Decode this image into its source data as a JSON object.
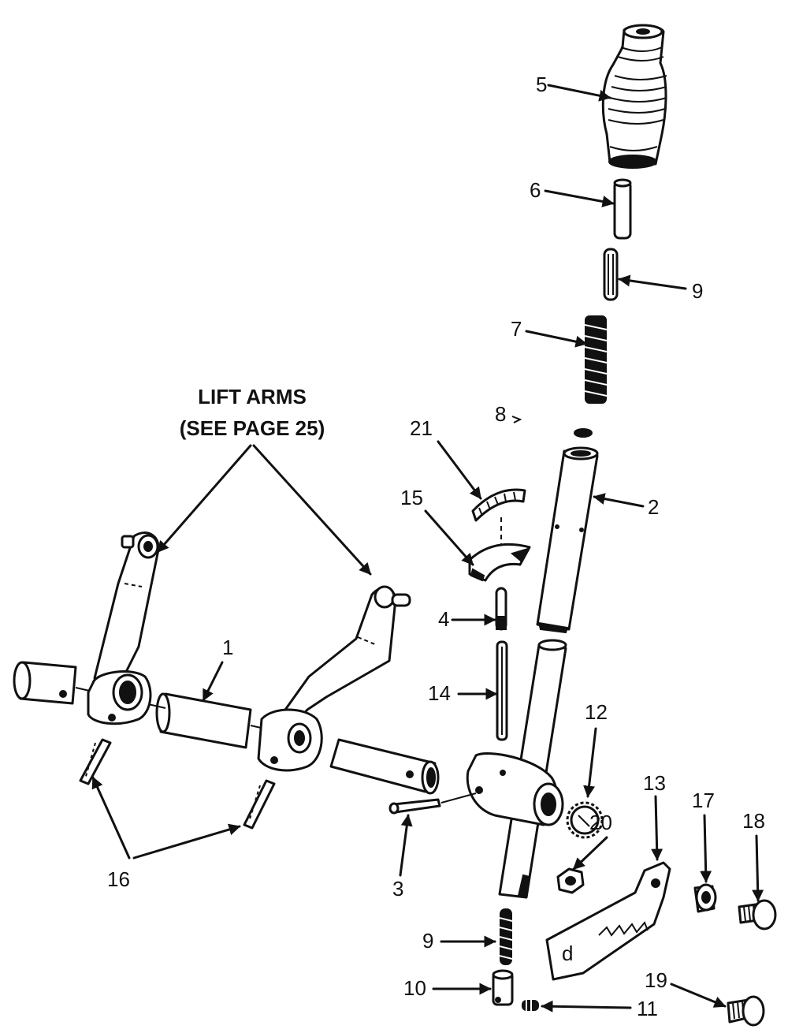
{
  "note": {
    "line1": "LIFT ARMS",
    "line2": "(SEE PAGE 25)"
  },
  "callouts": {
    "c1": "1",
    "c2": "2",
    "c3": "3",
    "c4": "4",
    "c5": "5",
    "c6": "6",
    "c7": "7",
    "c8": "8",
    "c9a": "9",
    "c9b": "9",
    "c10": "10",
    "c11": "11",
    "c12": "12",
    "c13": "13",
    "c14": "14",
    "c15": "15",
    "c16": "16",
    "c17": "17",
    "c18": "18",
    "c19": "19",
    "c20": "20",
    "c21": "21"
  }
}
